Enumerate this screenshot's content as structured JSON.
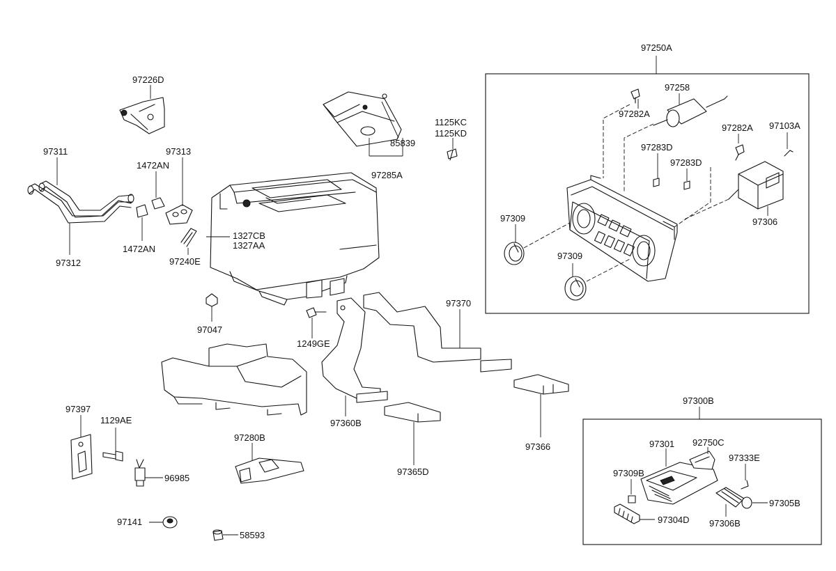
{
  "callouts": {
    "p97250A": "97250A",
    "p97258": "97258",
    "p97282A_1": "97282A",
    "p97282A_2": "97282A",
    "p97103A": "97103A",
    "p97283D_1": "97283D",
    "p97283D_2": "97283D",
    "p97309_1": "97309",
    "p97309_2": "97309",
    "p97306": "97306",
    "p97226D": "97226D",
    "p97311": "97311",
    "p97313": "97313",
    "p1472AN_1": "1472AN",
    "p1472AN_2": "1472AN",
    "p97312": "97312",
    "p97240E": "97240E",
    "p1327CB": "1327CB",
    "p1327AA": "1327AA",
    "p85839": "85839",
    "p97285A": "97285A",
    "p1125KC": "1125KC",
    "p1125KD": "1125KD",
    "p97047": "97047",
    "p1249GE": "1249GE",
    "p97370": "97370",
    "p97360B": "97360B",
    "p97365D": "97365D",
    "p97366": "97366",
    "p97397": "97397",
    "p1129AE": "1129AE",
    "p96985": "96985",
    "p97280B": "97280B",
    "p97141": "97141",
    "p58593": "58593",
    "p97300B": "97300B",
    "p97301": "97301",
    "p92750C": "92750C",
    "p97309B": "97309B",
    "p97333E": "97333E",
    "p97305B": "97305B",
    "p97304D": "97304D",
    "p97306B": "97306B"
  }
}
